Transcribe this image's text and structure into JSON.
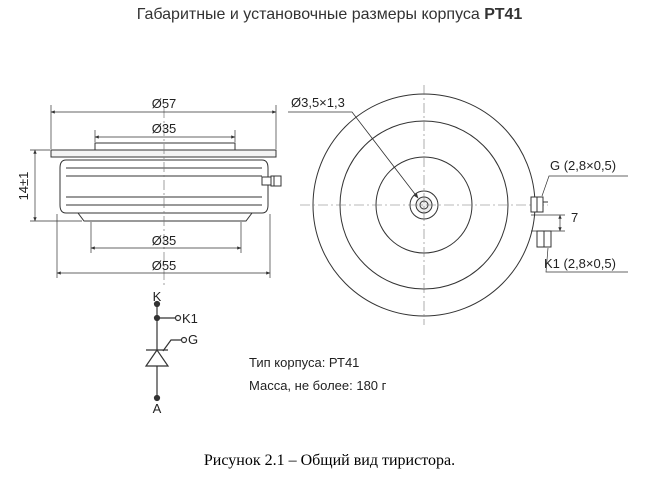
{
  "header": {
    "title_main": "Габаритные и установочные размеры корпуса",
    "title_model": "РТ41"
  },
  "side_view": {
    "dim_top_outer": "Ø57",
    "dim_top_inner": "Ø35",
    "dim_bottom_inner": "Ø35",
    "dim_bottom_outer": "Ø55",
    "dim_height": "14±1"
  },
  "top_view": {
    "dim_hole": "Ø3,5×1,3",
    "terminal_g": "G (2,8×0,5)",
    "terminal_k1": "K1 (2,8×0,5)",
    "dim_offset": "7"
  },
  "symbol": {
    "label_k": "K",
    "label_k1": "K1",
    "label_g": "G",
    "label_a": "A"
  },
  "info": {
    "case_type": "Тип корпуса: РТ41",
    "mass": "Масса, не более: 180 г"
  },
  "caption": "Рисунок 2.1 – Общий вид тиристора.",
  "colors": {
    "line": "#333333",
    "thin_line": "#555555",
    "background": "#ffffff"
  }
}
